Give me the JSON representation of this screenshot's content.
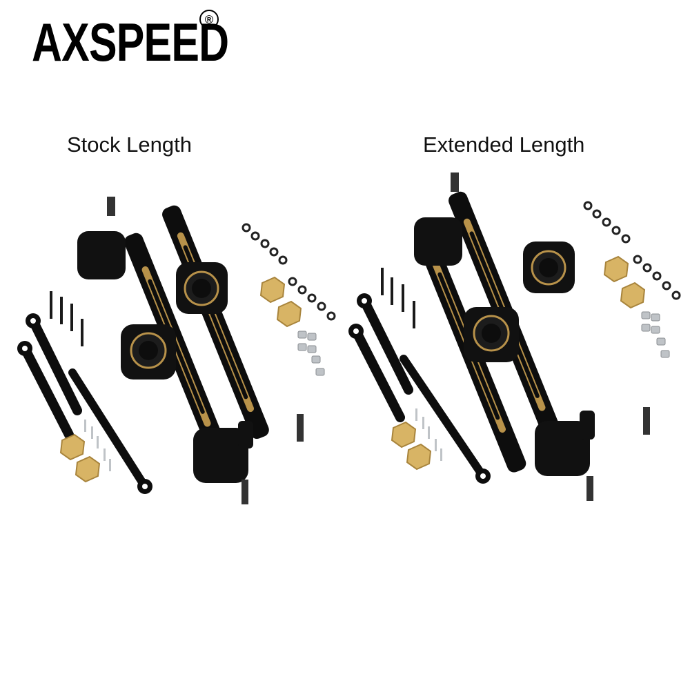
{
  "brand": {
    "name": "AXSPEED",
    "mark": "®"
  },
  "labels": {
    "stock": "Stock Length",
    "extended": "Extended Length"
  },
  "colors": {
    "part": "#0d0d0d",
    "brass": "#b8924a",
    "hex": "#d8b465",
    "steel": "#bfc3c7",
    "oring": "#222222"
  }
}
